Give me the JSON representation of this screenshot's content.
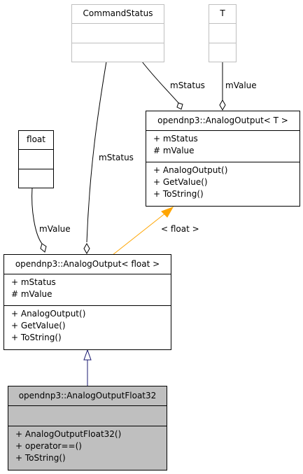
{
  "classes": {
    "command_status": {
      "name": "CommandStatus"
    },
    "t": {
      "name": "T"
    },
    "float": {
      "name": "float"
    },
    "template": {
      "name": "opendnp3::AnalogOutput< T >",
      "attributes": [
        "+ mStatus",
        "# mValue"
      ],
      "methods": [
        "+ AnalogOutput()",
        "+ GetValue()",
        "+ ToString()"
      ]
    },
    "float_inst": {
      "name": "opendnp3::AnalogOutput< float >",
      "attributes": [
        "+ mStatus",
        "# mValue"
      ],
      "methods": [
        "+ AnalogOutput()",
        "+ GetValue()",
        "+ ToString()"
      ]
    },
    "float32": {
      "name": "opendnp3::AnalogOutputFloat32",
      "attributes": [],
      "methods": [
        "+ AnalogOutputFloat32()",
        "+ operator==()",
        "+ ToString()"
      ]
    }
  },
  "edge_labels": {
    "cs_template": "mStatus",
    "t_template": "mValue",
    "cs_inst": "mStatus",
    "float_inst": "mValue",
    "binding": "< float >"
  },
  "colors": {
    "line": "#000000",
    "template_binding": "#ffa500",
    "inheritance": "#191970",
    "highlight": "#bfbfbf",
    "gray_border": "#bfbfbf"
  }
}
